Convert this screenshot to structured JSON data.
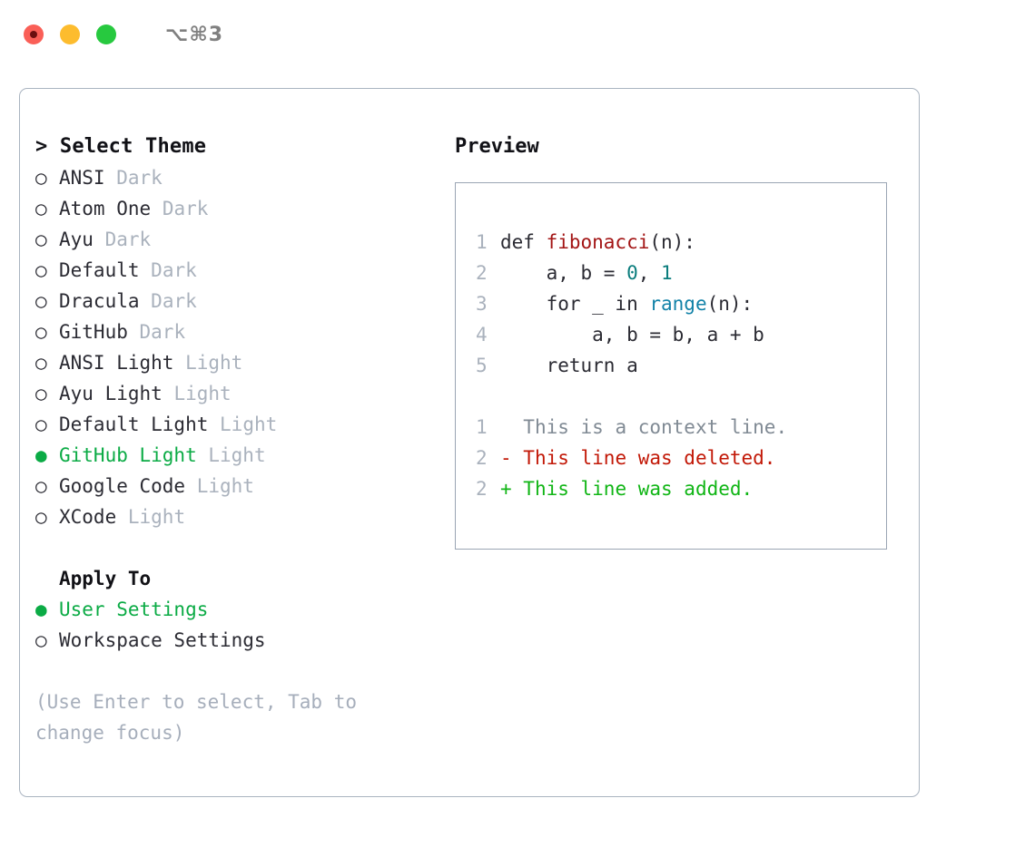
{
  "titlebar": {
    "shortcut": "⌥⌘3",
    "lights": [
      {
        "name": "close",
        "color": "#fa5f57"
      },
      {
        "name": "minimize",
        "color": "#fdbc2e"
      },
      {
        "name": "maximize",
        "color": "#27c93f"
      }
    ]
  },
  "left": {
    "header_prefix": "> ",
    "header": "Select Theme",
    "radio_unselected": "○",
    "radio_selected": "●",
    "themes": [
      {
        "name": "ANSI",
        "kind": "Dark",
        "selected": false
      },
      {
        "name": "Atom One",
        "kind": "Dark",
        "selected": false
      },
      {
        "name": "Ayu",
        "kind": "Dark",
        "selected": false
      },
      {
        "name": "Default",
        "kind": "Dark",
        "selected": false
      },
      {
        "name": "Dracula",
        "kind": "Dark",
        "selected": false
      },
      {
        "name": "GitHub",
        "kind": "Dark",
        "selected": false
      },
      {
        "name": "ANSI Light",
        "kind": "Light",
        "selected": false
      },
      {
        "name": "Ayu Light",
        "kind": "Light",
        "selected": false
      },
      {
        "name": "Default Light",
        "kind": "Light",
        "selected": false
      },
      {
        "name": "GitHub Light",
        "kind": "Light",
        "selected": true
      },
      {
        "name": "Google Code",
        "kind": "Light",
        "selected": false
      },
      {
        "name": "XCode",
        "kind": "Light",
        "selected": false
      }
    ],
    "apply_to_title": "Apply To",
    "apply_to": [
      {
        "name": "User Settings",
        "selected": true
      },
      {
        "name": "Workspace Settings",
        "selected": false
      }
    ],
    "hint": "(Use Enter to select, Tab to change focus)"
  },
  "right": {
    "preview_title": "Preview",
    "code": [
      {
        "no": "1",
        "parts": [
          {
            "t": "def ",
            "c": "plain"
          },
          {
            "t": "fibonacci",
            "c": "fn"
          },
          {
            "t": "(n):",
            "c": "plain"
          }
        ]
      },
      {
        "no": "2",
        "parts": [
          {
            "t": "    a, b = ",
            "c": "plain"
          },
          {
            "t": "0",
            "c": "num"
          },
          {
            "t": ", ",
            "c": "plain"
          },
          {
            "t": "1",
            "c": "num"
          }
        ]
      },
      {
        "no": "3",
        "parts": [
          {
            "t": "    for _ in ",
            "c": "plain"
          },
          {
            "t": "range",
            "c": "call"
          },
          {
            "t": "(n):",
            "c": "plain"
          }
        ]
      },
      {
        "no": "4",
        "parts": [
          {
            "t": "        a, b = b, a + b",
            "c": "plain"
          }
        ]
      },
      {
        "no": "5",
        "parts": [
          {
            "t": "    return a",
            "c": "plain"
          }
        ]
      }
    ],
    "diff": [
      {
        "no": "1",
        "marker": "  ",
        "text": "This is a context line.",
        "kind": "ctx"
      },
      {
        "no": "2",
        "marker": "- ",
        "text": "This line was deleted.",
        "kind": "del"
      },
      {
        "no": "2",
        "marker": "+ ",
        "text": "This line was added.",
        "kind": "add"
      }
    ]
  },
  "colors": {
    "accent_green": "#0bab45",
    "diff_add": "#10b515",
    "diff_del": "#c21807",
    "syntax_function": "#a31515",
    "syntax_number": "#0b7d7d",
    "syntax_call": "#1282a8",
    "muted": "#aab2bd",
    "border": "#aab4c0",
    "text": "#2b2b33"
  }
}
